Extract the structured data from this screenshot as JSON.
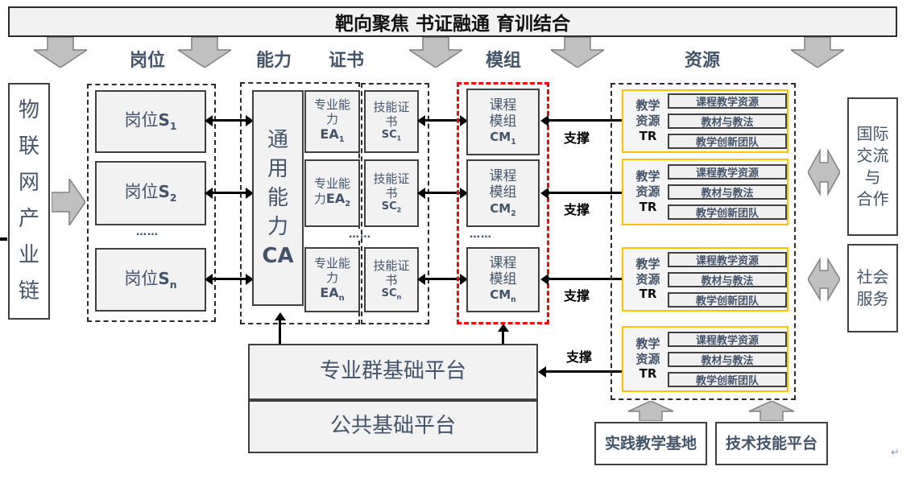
{
  "banner": {
    "title": "靶向聚焦 书证融通  育训结合"
  },
  "headers": [
    {
      "label": "岗位"
    },
    {
      "label": "能力"
    },
    {
      "label": "证书"
    },
    {
      "label": "模组"
    },
    {
      "label": "资源"
    }
  ],
  "industry_chain": {
    "chars": [
      "物",
      "联",
      "网",
      "产",
      "业",
      "链"
    ]
  },
  "posts": {
    "items": [
      {
        "text": "岗位",
        "code": "S",
        "sub": "1"
      },
      {
        "text": "岗位",
        "code": "S",
        "sub": "2"
      },
      {
        "text": "岗位",
        "code": "S",
        "sub": "n"
      }
    ],
    "ellipsis": "……"
  },
  "ability": {
    "general": {
      "chars": [
        "通",
        "用",
        "能",
        "力"
      ],
      "code": "CA"
    },
    "items": [
      {
        "l1": "专业能",
        "l2": "力",
        "code": "EA",
        "sub": "1"
      },
      {
        "l1": "专业能",
        "l2": "力",
        "code": "EA",
        "sub": "2"
      },
      {
        "l1": "专业能",
        "l2": "力",
        "code": "EA",
        "sub": "n"
      }
    ],
    "ellipsis": "……"
  },
  "certificates": {
    "items": [
      {
        "l1": "技能证",
        "l2": "书",
        "code": "SC",
        "sub": "1"
      },
      {
        "l1": "技能证",
        "l2": "书",
        "code": "SC",
        "sub": "2"
      },
      {
        "l1": "技能证",
        "l2": "书",
        "code": "SC",
        "sub": "n"
      }
    ]
  },
  "modules": {
    "items": [
      {
        "l1": "课程",
        "l2": "模组",
        "code": "CM",
        "sub": "1"
      },
      {
        "l1": "课程",
        "l2": "模组",
        "code": "CM",
        "sub": "2"
      },
      {
        "l1": "课程",
        "l2": "模组",
        "code": "CM",
        "sub": "n"
      }
    ],
    "ellipsis": "……"
  },
  "supports": [
    "支撑",
    "支撑",
    "支撑",
    "支撑"
  ],
  "resources": {
    "groups": [
      {
        "label_top": "教学",
        "label_mid": "资源",
        "label_code": "TR",
        "items": [
          "课程教学资源",
          "教材与教法",
          "教学创新团队"
        ]
      },
      {
        "label_top": "教学",
        "label_mid": "资源",
        "label_code": "TR",
        "items": [
          "课程教学资源",
          "教材与教法",
          "教学创新团队"
        ]
      },
      {
        "label_top": "教学",
        "label_mid": "资源",
        "label_code": "TR",
        "items": [
          "课程教学资源",
          "教材与教法",
          "教学创新团队"
        ]
      },
      {
        "label_top": "教学",
        "label_mid": "资源",
        "label_code": "TR",
        "items": [
          "课程教学资源",
          "教材与教法",
          "教学创新团队"
        ]
      }
    ]
  },
  "right_panel": {
    "international": {
      "lines": [
        "国际",
        "交流",
        "与",
        "合作"
      ]
    },
    "social": {
      "lines": [
        "社会",
        "服务"
      ]
    }
  },
  "platforms": {
    "group": "专业群基础平台",
    "public": "公共基础平台"
  },
  "bases": [
    {
      "label": "实践教学基地"
    },
    {
      "label": "技术技能平台"
    }
  ],
  "misc": {
    "return_mark": "↵"
  },
  "colors": {
    "text_blue": "#44546A",
    "box_fill": "#F2F2F2",
    "border_dark": "#3F3F3F",
    "red_dashed": "#FF0000",
    "yellow_border": "#FFC000",
    "arrow_fill": "#C0C0C0",
    "arrow_stroke": "#808080"
  }
}
